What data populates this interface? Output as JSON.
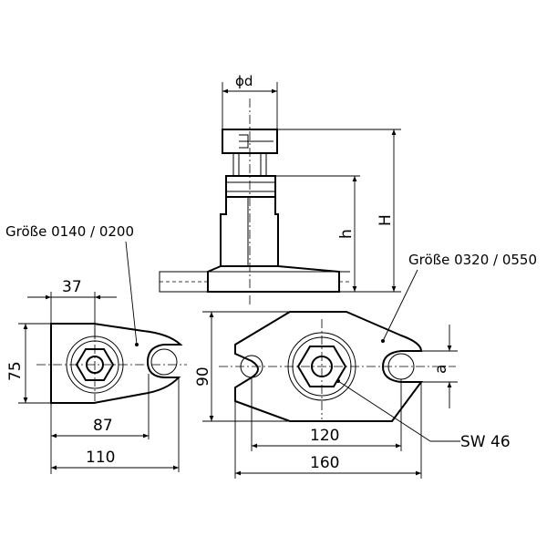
{
  "labels": {
    "phi_d": "ϕd",
    "H": "H",
    "h": "h",
    "size_left": "Größe 0140 / 0200",
    "size_right": "Größe 0320 / 0550",
    "dim_37": "37",
    "dim_75": "75",
    "dim_87": "87",
    "dim_110": "110",
    "dim_90": "90",
    "dim_120": "120",
    "dim_160": "160",
    "a": "a",
    "sw": "SW 46"
  }
}
